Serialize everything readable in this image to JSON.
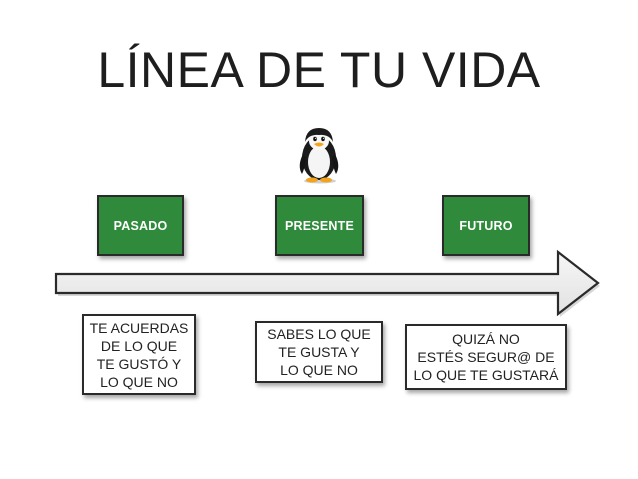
{
  "title": "LÍNEA DE TU VIDA",
  "timeline": {
    "stages": [
      {
        "label": "PASADO",
        "note": "TE ACUERDAS\nDE LO QUE\nTE GUSTÓ Y\nLO QUE NO"
      },
      {
        "label": "PRESENTE",
        "note": "SABES LO QUE\nTE GUSTA Y\nLO QUE NO"
      },
      {
        "label": "FUTURO",
        "note": "QUIZÁ NO\nESTÉS SEGUR@ DE\nLO QUE TE GUSTARÁ"
      }
    ]
  },
  "icons": {
    "mascot": "penguin-icon",
    "arrow": "timeline-arrow"
  },
  "colors": {
    "stage_fill": "#2f8a3b",
    "stage_text": "#ffffff",
    "border": "#2a2a2a",
    "arrow_fill": "#ececec"
  }
}
